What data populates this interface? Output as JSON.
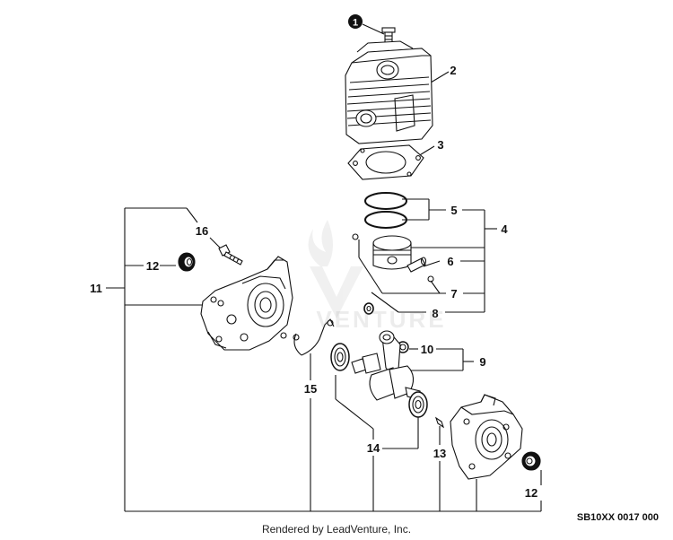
{
  "diagram": {
    "callouts": [
      {
        "id": "c1",
        "label": "1",
        "filled": true
      },
      {
        "id": "c2",
        "label": "2"
      },
      {
        "id": "c3",
        "label": "3"
      },
      {
        "id": "c4",
        "label": "4"
      },
      {
        "id": "c5",
        "label": "5"
      },
      {
        "id": "c6",
        "label": "6"
      },
      {
        "id": "c7",
        "label": "7"
      },
      {
        "id": "c8",
        "label": "8"
      },
      {
        "id": "c9",
        "label": "9"
      },
      {
        "id": "c10",
        "label": "10"
      },
      {
        "id": "c11",
        "label": "11"
      },
      {
        "id": "c12a",
        "label": "12"
      },
      {
        "id": "c12b",
        "label": "12"
      },
      {
        "id": "c13",
        "label": "13"
      },
      {
        "id": "c14",
        "label": "14"
      },
      {
        "id": "c15",
        "label": "15"
      },
      {
        "id": "c16",
        "label": "16"
      }
    ],
    "parts": [
      {
        "id": "bolt-top",
        "icon": "bolt-icon"
      },
      {
        "id": "cylinder",
        "icon": "cylinder-icon"
      },
      {
        "id": "gasket",
        "icon": "gasket-icon"
      },
      {
        "id": "piston-rings",
        "icon": "piston-ring-icon"
      },
      {
        "id": "piston",
        "icon": "piston-icon"
      },
      {
        "id": "piston-pin",
        "icon": "piston-pin-icon"
      },
      {
        "id": "circlips",
        "icon": "circlip-icon"
      },
      {
        "id": "washer",
        "icon": "washer-icon"
      },
      {
        "id": "needle-bearing",
        "icon": "needle-bearing-icon"
      },
      {
        "id": "crankshaft",
        "icon": "crankshaft-icon"
      },
      {
        "id": "crankcase-left",
        "icon": "crankcase-icon"
      },
      {
        "id": "oil-seal-left",
        "icon": "oil-seal-icon"
      },
      {
        "id": "oil-seal-right",
        "icon": "oil-seal-icon"
      },
      {
        "id": "dowel-pin",
        "icon": "dowel-pin-icon"
      },
      {
        "id": "ball-bearings",
        "icon": "ball-bearing-icon"
      },
      {
        "id": "crankcase-gasket",
        "icon": "gasket-icon"
      },
      {
        "id": "crankcase-bolt",
        "icon": "bolt-icon"
      },
      {
        "id": "crankcase-right",
        "icon": "crankcase-icon"
      }
    ]
  },
  "watermark": {
    "text": "VENTURE"
  },
  "footer": {
    "credit": "Rendered by LeadVenture, Inc.",
    "code": "SB10XX 0017 000"
  }
}
